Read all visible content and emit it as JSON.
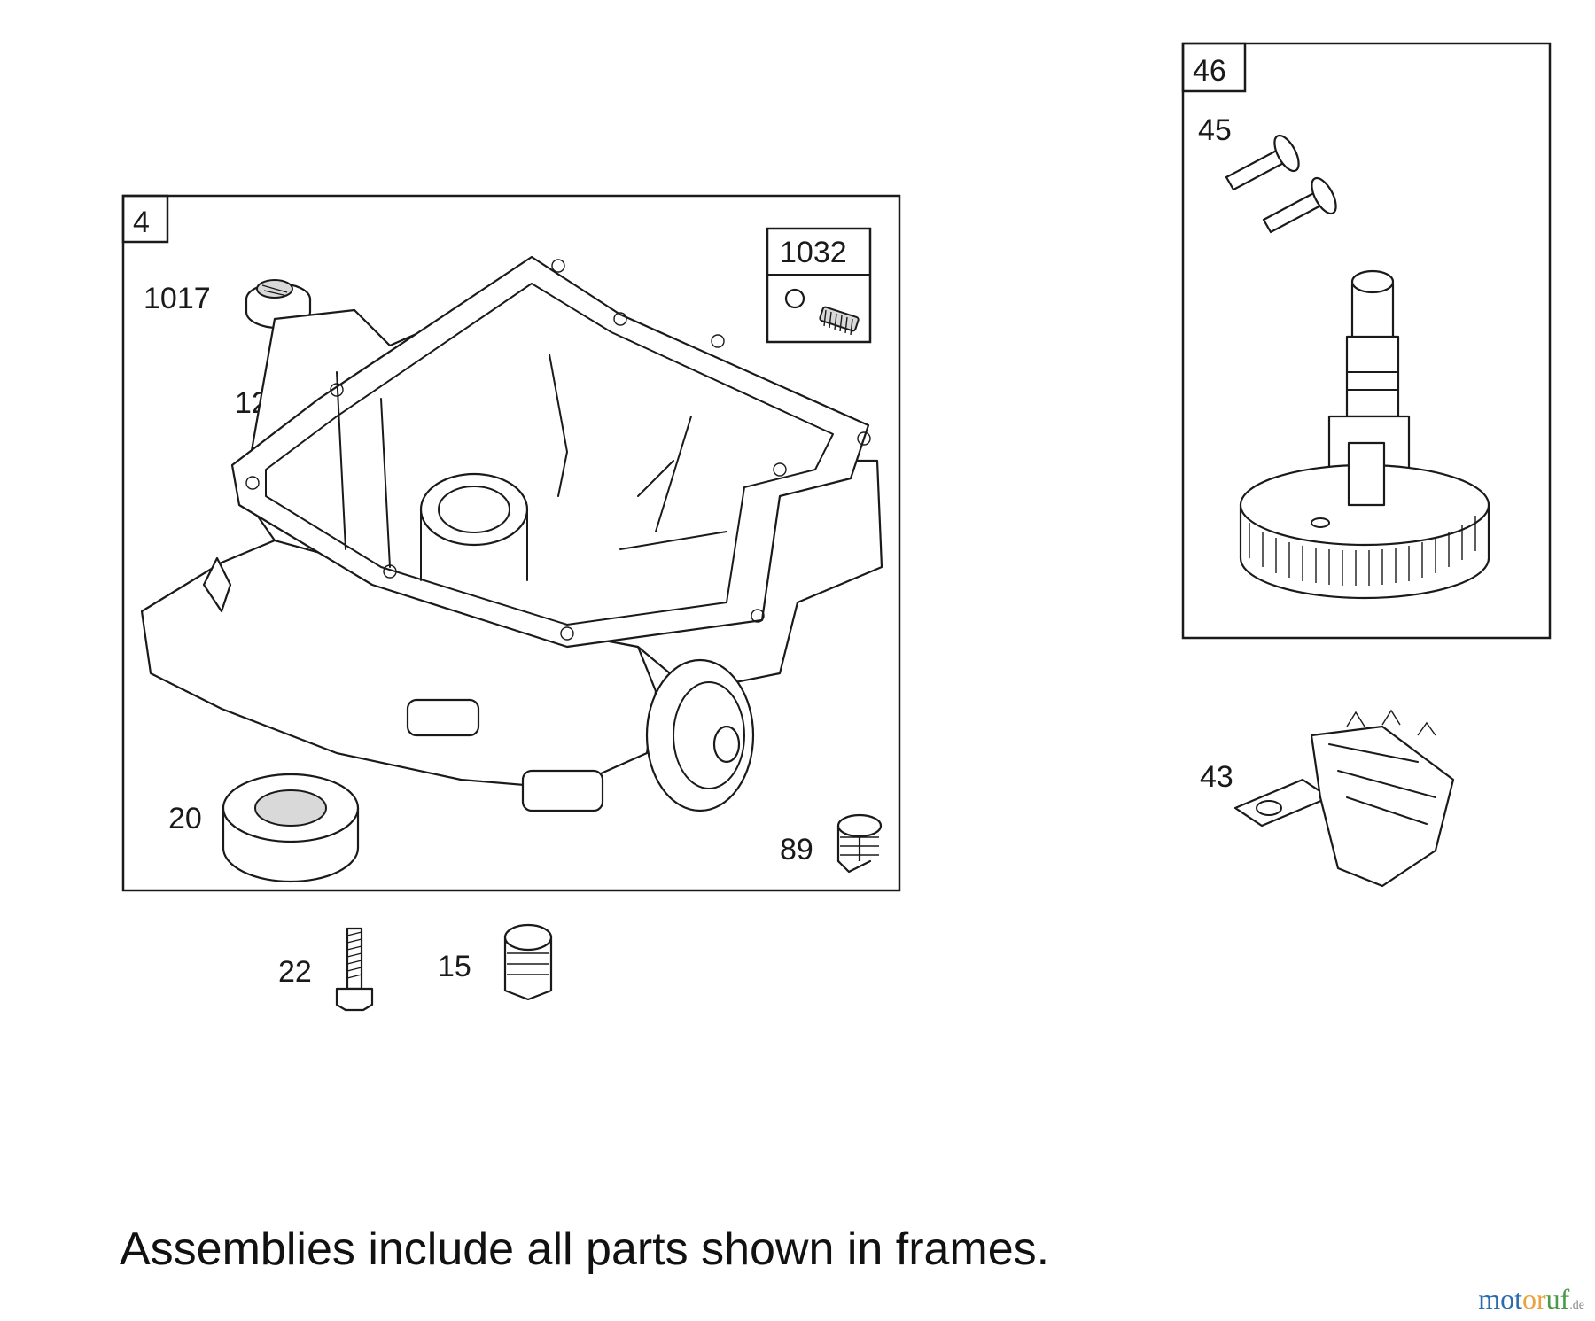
{
  "frames": {
    "sump_assembly": {
      "number": "4"
    },
    "check_valve_kit": {
      "number": "1032"
    },
    "camshaft_assembly": {
      "number": "46"
    }
  },
  "parts": {
    "p1017": "1017",
    "p12": "12",
    "p20": "20",
    "p89": "89",
    "p22": "22",
    "p15": "15",
    "p45": "45",
    "p43": "43"
  },
  "caption": "Assemblies include all parts shown in frames.",
  "logo": {
    "part1": "mot",
    "part2": "or",
    "part3": "uf",
    "suffix": ".de"
  }
}
